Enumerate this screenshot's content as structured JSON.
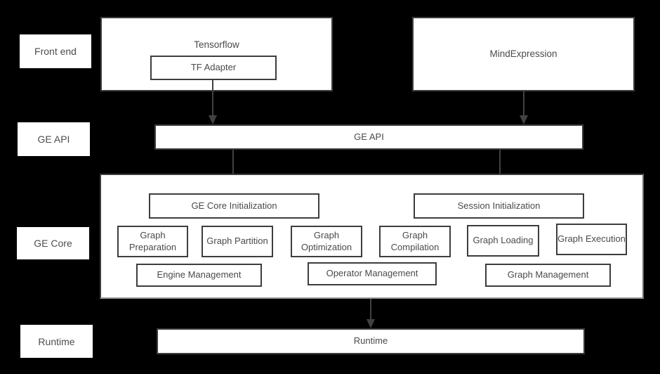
{
  "diagram": {
    "title_semantic": "Graph Engine architecture diagram",
    "row_labels": [
      {
        "label": "Front end"
      },
      {
        "label": "GE API"
      },
      {
        "label": "GE Core"
      },
      {
        "label": "Runtime"
      }
    ],
    "front_end": {
      "tensorflow_label": "Tensorflow",
      "tf_adapter_label": "TF Adapter",
      "mindexpression_label": "MindExpression"
    },
    "ge_api_label": "GE API",
    "ge_core": {
      "init_left": "GE Core Initialization",
      "init_right": "Session Initialization",
      "stages": [
        "Graph Preparation",
        "Graph Partition",
        "Graph Optimization",
        "Graph Compilation",
        "Graph Loading",
        "Graph Execution"
      ],
      "managers": [
        "Engine Management",
        "Operator Management",
        "Graph Management"
      ]
    },
    "runtime_label": "Runtime"
  },
  "colors": {
    "background": "#000000",
    "box_fill": "#ffffff",
    "border": "#3d3d3d",
    "text": "#4a4a4a",
    "arrow": "#414141"
  }
}
